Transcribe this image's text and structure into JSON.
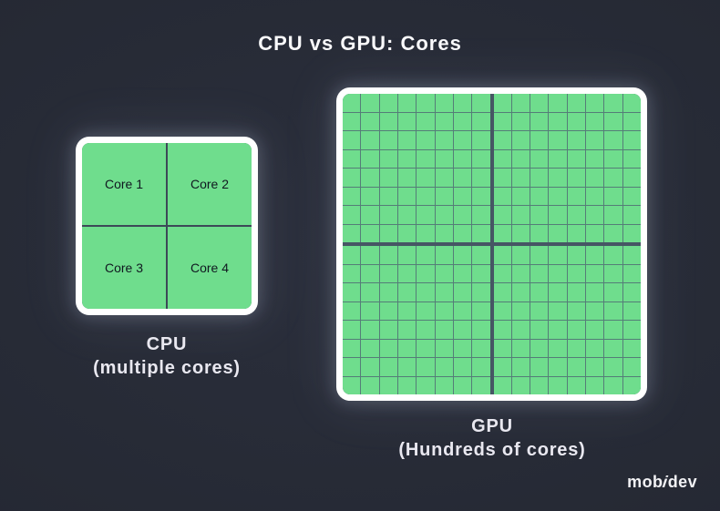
{
  "title": "CPU vs GPU: Cores",
  "cpu": {
    "caption_line1": "CPU",
    "caption_line2": "(multiple cores)",
    "cores": [
      "Core 1",
      "Core 2",
      "Core 3",
      "Core 4"
    ],
    "grid": {
      "rows": 2,
      "cols": 2
    }
  },
  "gpu": {
    "caption_line1": "GPU",
    "caption_line2": "(Hundreds of cores)",
    "grid": {
      "rows": 16,
      "cols": 16,
      "quadrant_rows": 8,
      "quadrant_cols": 8,
      "quadrants": 4,
      "total_cells": 256
    }
  },
  "logo": {
    "part1": "mob",
    "part2": "i",
    "part3": "dev",
    "full_text": "mobidev"
  },
  "colors": {
    "background": "#262a35",
    "chip_fill": "#6fdd8d",
    "chip_border": "#ffffff",
    "gpu_thin_line": "#557d78",
    "gpu_thick_line": "#465664",
    "cpu_divider": "#3c4858",
    "core_text": "#101820",
    "title_text": "#fafafc",
    "caption_text": "#e9e8f0"
  }
}
